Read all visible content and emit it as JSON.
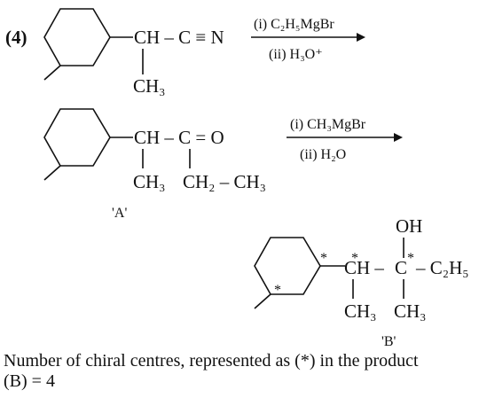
{
  "question_number": "(4)",
  "step1": {
    "reagent_1": "(i) C₂H₅MgBr",
    "reagent_2": "(ii) H₃O⁺",
    "chain_top": "CH – C ≡ N",
    "methyl": "CH₃"
  },
  "step2": {
    "reagent_1": "(i) CH₃MgBr",
    "reagent_2": "(ii) H₂O",
    "chain_top": "CH – C = O",
    "methyl": "CH₃",
    "ethyl": "CH₂ – CH₃",
    "label": "'A'"
  },
  "product": {
    "oh": "OH",
    "star": "*",
    "chain_a": "CH –",
    "chain_b": "C",
    "chain_c": "– C₂H₅",
    "methyl_1": "CH₃",
    "methyl_2": "CH₃",
    "label": "'B'"
  },
  "conclusion": {
    "line_1": "Number of chiral centres, represented as (*) in the product",
    "line_2": "(B) = 4"
  }
}
